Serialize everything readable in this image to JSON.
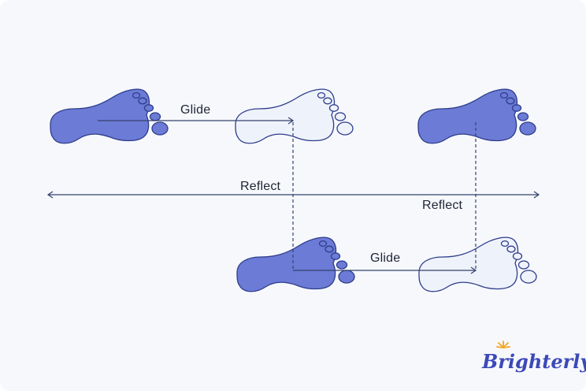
{
  "labels": {
    "glide_top": "Glide",
    "reflect_axis": "Reflect",
    "reflect_right": "Reflect",
    "glide_bottom": "Glide"
  },
  "brand": {
    "name": "Brighterly"
  },
  "colors": {
    "background": "#f6f8fc",
    "foot_fill": "#6b7bd6",
    "foot_outline_fill": "#eef2fb",
    "stroke": "#2f3d8a",
    "line": "#35416e",
    "brand": "#3c49b8",
    "sun": "#f5a623"
  },
  "icons": [
    "filled-foot-icon",
    "outline-foot-icon",
    "brighterly-logo"
  ]
}
